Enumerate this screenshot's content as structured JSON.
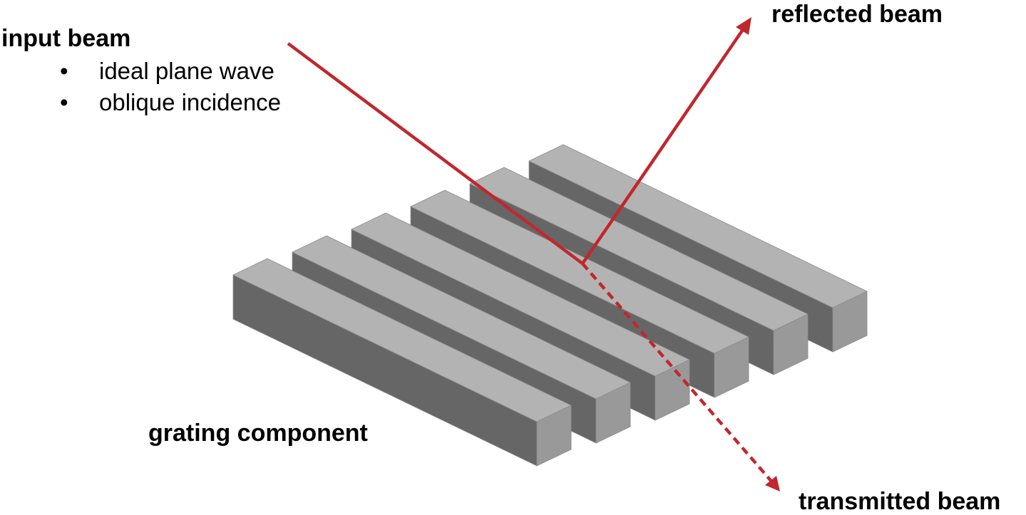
{
  "labels": {
    "input_beam": "input beam",
    "reflected_beam": "reflected beam",
    "transmitted_beam": "transmitted beam",
    "grating_component": "grating component"
  },
  "input_beam_properties": [
    "ideal plane wave",
    "oblique incidence"
  ],
  "bullet_glyph": "•",
  "colors": {
    "beam": "#c1272d",
    "bar_top": "#b3b3b3",
    "bar_side": "#666666",
    "bar_end": "#999999",
    "bar_edge": "#8a8a8a"
  },
  "grating": {
    "bar_count": 6
  }
}
